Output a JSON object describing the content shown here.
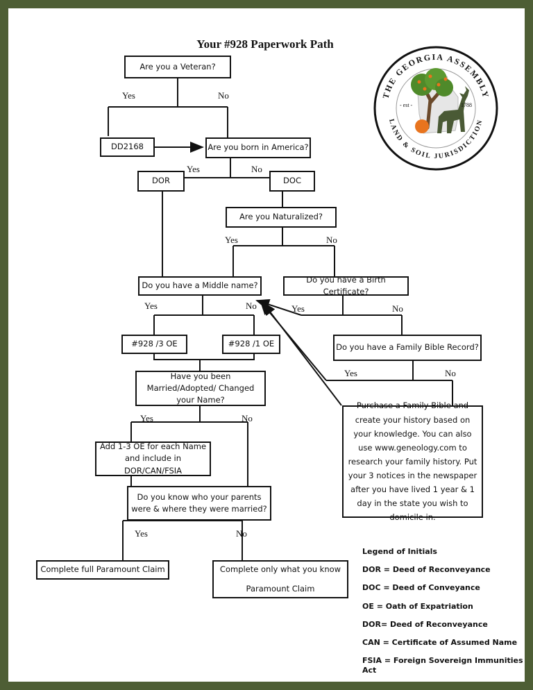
{
  "title": "Your #928 Paperwork Path",
  "boxes": {
    "veteran": "Are you a Veteran?",
    "dd2168": "DD2168",
    "born": "Are you born in America?",
    "dor": "DOR",
    "doc": "DOC",
    "naturalized": "Are you Naturalized?",
    "middle": "Do you have a Middle name?",
    "birthcert": "Do you have a Birth Certificate?",
    "oe3": "#928 /3 OE",
    "oe1": "#928 /1 OE",
    "bible": "Do  you have a Family Bible Record?",
    "married": "Have you been Married/Adopted/ Changed your Name?",
    "purchase": "Purchase a Family Bible and create your history based on your knowledge.  You can also use www.geneology.com to research your family history. Put your 3 notices in the newspaper after you have lived 1 year & 1 day in the state you wish to domicile in.",
    "add_oe": "Add 1-3 OE for each Name and include in DOR/CAN/FSIA",
    "parents": "Do you know who your parents were & where they were married?",
    "full_claim": "Complete full Paramount Claim",
    "only_know": "Complete only what you know",
    "only_know_sub": "Paramount Claim"
  },
  "labels": {
    "yes": "Yes",
    "no": "No"
  },
  "legend": [
    "Legend of Initials",
    "DOR = Deed of Reconveyance",
    "DOC = Deed of Conveyance",
    "OE = Oath of Expatriation",
    "DOR= Deed of Reconveyance",
    "CAN = Certificate of Assumed Name",
    "FSIA = Foreign Sovereign Immunities Act"
  ],
  "seal": {
    "top_text": "THE GEORGIA ASSEMBLY",
    "bottom_text": "LAND & SOIL JURISDICTION",
    "est": "- est -",
    "year": "1788",
    "colors": {
      "ring": "#111111",
      "deer": "#4a5a35",
      "peach": "#e8741e",
      "tree": "#4f8a2a"
    }
  },
  "colors": {
    "frame": "#4e5e35",
    "paper": "#ffffff",
    "ink": "#111111"
  }
}
